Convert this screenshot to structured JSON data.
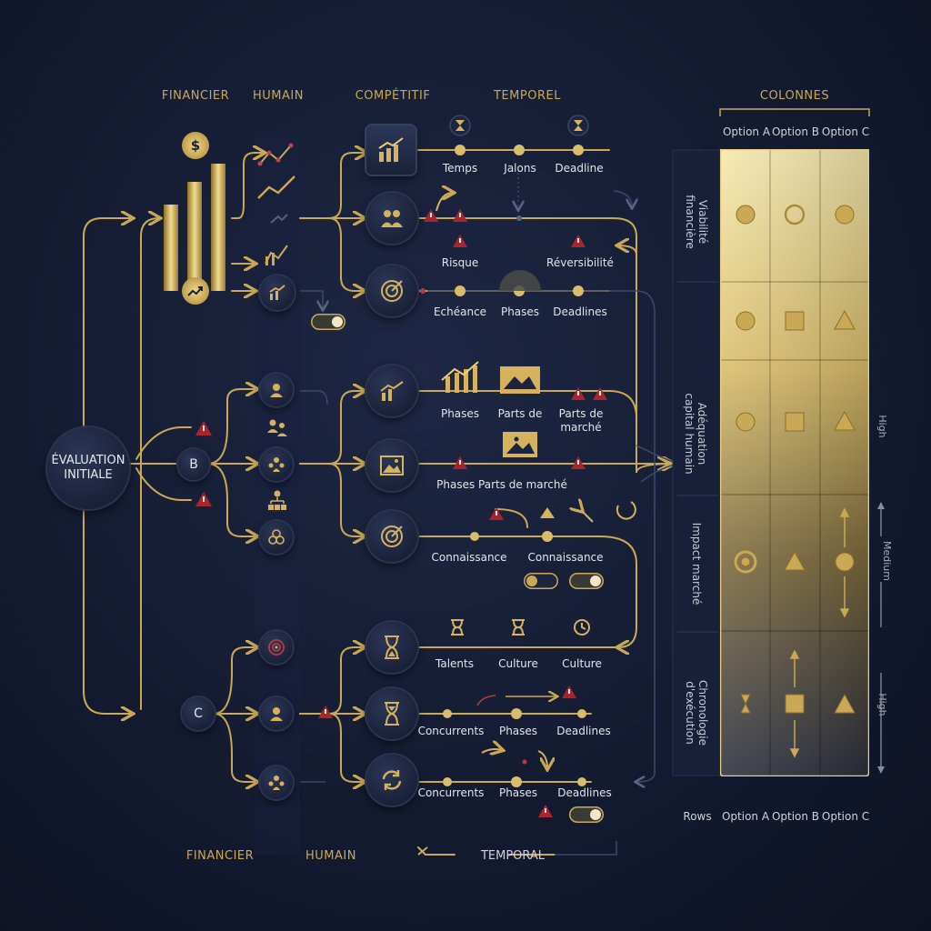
{
  "headers": {
    "financier": "FINANCIER",
    "humain": "HUMAIN",
    "competitif": "COMPÉTITIF",
    "temporel": "TEMPOREL",
    "colonnes": "COLONNES"
  },
  "footer": {
    "financier": "FINANCIER",
    "humain": "HUMAIN",
    "temporal": "TEMPORAL"
  },
  "root": {
    "line1": "ÉVALUATION",
    "line2": "INITIALE"
  },
  "branch_b": "B",
  "branch_c": "C",
  "stage_labels": {
    "temps": "Temps",
    "jalons": "Jalons",
    "deadline": "Deadline",
    "risque": "Risque",
    "reversibilite": "Réversibilité",
    "echeance": "Echéance",
    "phases1": "Phases",
    "deadlines1": "Deadlines",
    "phases2": "Phases",
    "parts_de": "Parts de",
    "parts_de_marche_l1": "Parts de",
    "parts_de_marche_l2": "marché",
    "phases_parts": "Phases Parts de marché",
    "connaissance1": "Connaissance",
    "connaissance2": "Connaissance",
    "talents": "Talents",
    "culture1": "Culture",
    "culture2": "Culture",
    "concurrents1": "Concurrents",
    "phases3": "Phases",
    "deadlines2": "Deadlines",
    "concurrents2": "Concurrents",
    "phases4": "Phases",
    "deadlines3": "Deadlines"
  },
  "matrix": {
    "columns": [
      "Option A",
      "Option B",
      "Option C"
    ],
    "rows_label": "Rows",
    "row_options": [
      "Option A",
      "Option B",
      "Option C"
    ],
    "row_labels": [
      {
        "l1": "Viabilité",
        "l2": "financière"
      },
      {
        "l1": "Adéquation",
        "l2": "capital humain"
      },
      {
        "l1": "Impact marché",
        "l2": ""
      },
      {
        "l1": "Chronologie",
        "l2": "d'exécution"
      }
    ],
    "scale": [
      "High",
      "Medium",
      "High"
    ]
  },
  "colors": {
    "gold": "#c9a955",
    "gold_light": "#f0d98a",
    "warning": "#a8262b",
    "node_bg": "#1c2340",
    "background": "#141b31"
  },
  "icons": {
    "dollar": "dollar-icon",
    "trend": "trend-up-icon",
    "people": "people-icon",
    "target": "target-icon",
    "image": "image-icon",
    "hourglass": "hourglass-icon",
    "refresh": "refresh-icon",
    "warning": "warning-icon",
    "clock": "clock-icon"
  }
}
